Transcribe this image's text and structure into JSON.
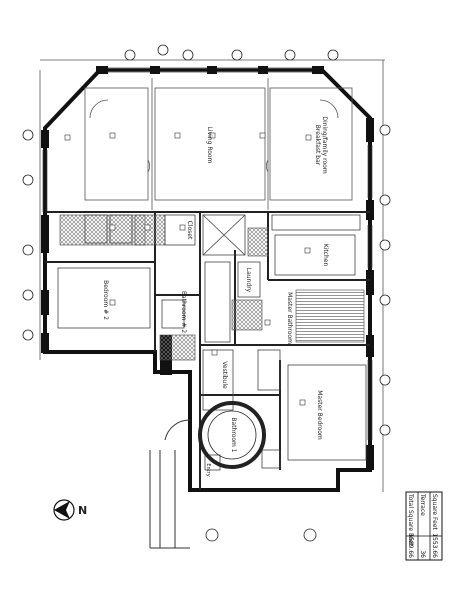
{
  "rooms": {
    "living_room": "Living Room",
    "breakfast_bar": "Breakfast bar",
    "dining_family_room": "Dining/family room",
    "kitchen": "Kitchen",
    "laundry": "Laundry",
    "closet": "Closet",
    "bedroom_2": "Bedroom # 2",
    "bathroom_2": "Bathroom # 2",
    "vestibule": "Vestibule",
    "bathroom_1": "Bathroom 1",
    "master_bathroom": "Master Bathroom",
    "master_bedroom": "Master Bedroom",
    "entry": "Entry"
  },
  "area_table": {
    "rows": [
      {
        "label": "Square Feet",
        "value": "1553.66"
      },
      {
        "label": "Terrace",
        "value": "36"
      },
      {
        "label": "Total Square Feet",
        "value": "1589.66"
      }
    ]
  },
  "north_arrow": "N"
}
